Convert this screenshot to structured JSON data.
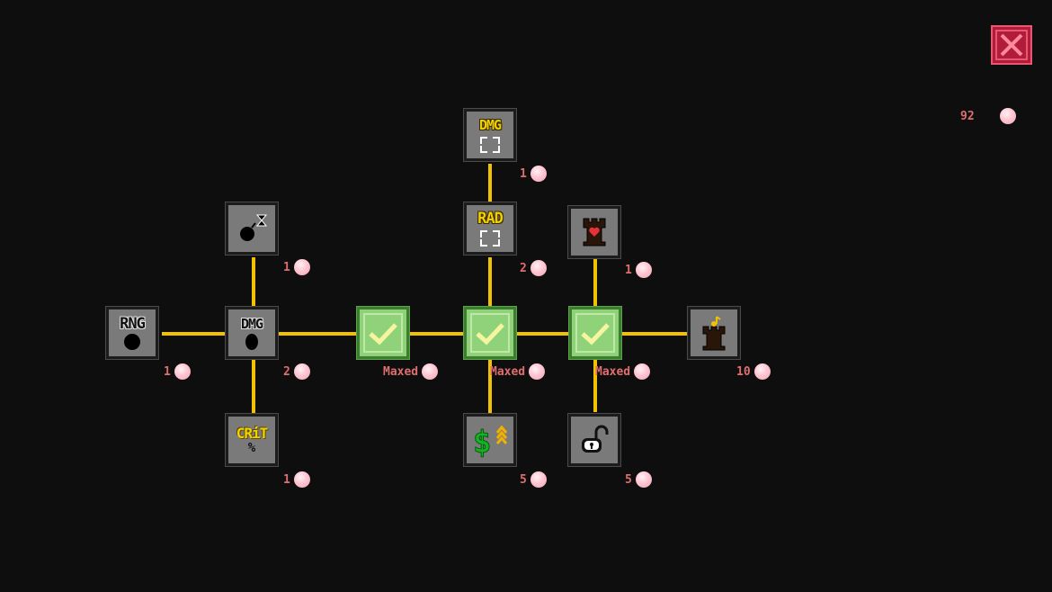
{
  "currency": {
    "amount": "92",
    "gem_color": "#ffc6d2"
  },
  "close_button": {
    "color": "#b01c3a"
  },
  "nodes": {
    "rng": {
      "label": "RNG",
      "cost": "1"
    },
    "bomb_timer": {
      "cost": "1"
    },
    "dmg_ball": {
      "label": "DMG",
      "cost": "2"
    },
    "crit": {
      "label": "CRiT",
      "sub": "%",
      "cost": "1"
    },
    "maxed1": {
      "cost": "Maxed"
    },
    "maxed2": {
      "cost": "Maxed"
    },
    "maxed3": {
      "cost": "Maxed"
    },
    "dmg_area": {
      "label": "DMG",
      "cost": "1"
    },
    "rad_area": {
      "label": "RAD",
      "cost": "2"
    },
    "money": {
      "cost": "5"
    },
    "tower_heart": {
      "cost": "1"
    },
    "lock": {
      "cost": "5"
    },
    "tower_music": {
      "cost": "10"
    }
  }
}
